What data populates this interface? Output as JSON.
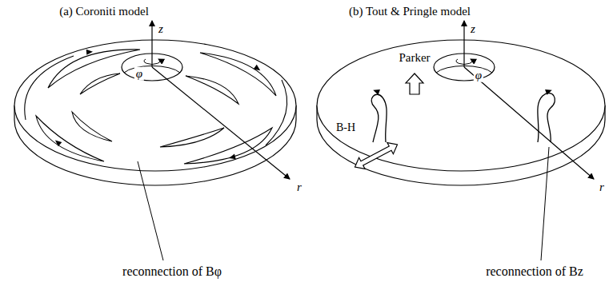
{
  "diagram": {
    "labels": [
      "(a) Coroniti model",
      "(b) Tout & Pringle model",
      "z",
      "φ",
      "r",
      "reconnection of Bφ",
      "z",
      "Parker",
      "φ",
      "B-H",
      "r",
      "reconnection of Bz"
    ]
  }
}
